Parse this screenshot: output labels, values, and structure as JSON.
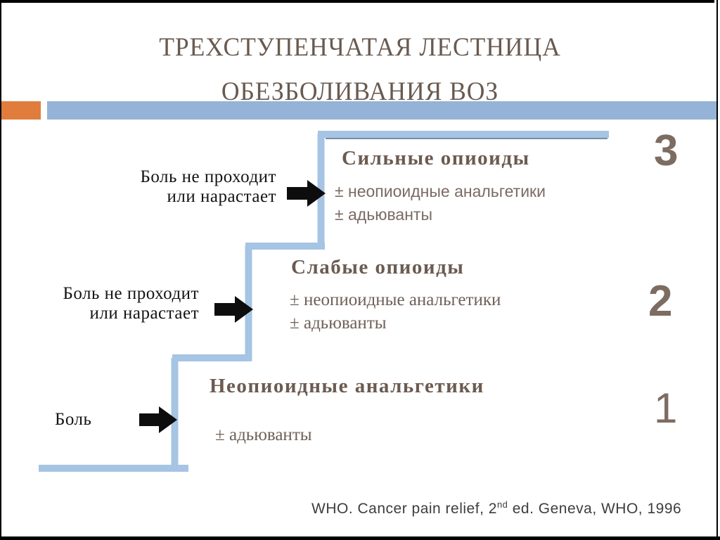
{
  "title": {
    "line1": "ТРЕХСТУПЕНЧАТАЯ ЛЕСТНИЦА",
    "line2": "ОБЕЗБОЛИВАНИЯ ВОЗ"
  },
  "colors": {
    "accent_orange": "#e07d3d",
    "accent_blue": "#95b3d6",
    "stair_fill": "#a6c4e3",
    "stair_edge": "#47698f",
    "arrow_black": "#0d0d0d",
    "heading_brown": "#6b5b51",
    "subtext_brown": "#7a6a63",
    "number_brown": "#7d6c61",
    "label_black": "#141414",
    "footer_gray": "#3d3d3d"
  },
  "steps": [
    {
      "number": "3",
      "title": "Сильные опиоиды",
      "lines": [
        "± неопиоидные анальгетики",
        "± адьюванты"
      ]
    },
    {
      "number": "2",
      "title": "Слабые опиоиды",
      "lines": [
        "± неопиоидные анальгетики",
        "± адьюванты"
      ]
    },
    {
      "number": "1",
      "title": "Неопиоидные анальгетики",
      "lines": [
        "± адьюванты"
      ]
    }
  ],
  "arrow_labels": [
    {
      "line1": "Боль не проходит",
      "line2": "или нарастает"
    },
    {
      "line1": "Боль не проходит",
      "line2": "или нарастает"
    },
    {
      "line1": "Боль"
    }
  ],
  "footer": {
    "text_before_sup": "WHO. Cancer pain relief, 2",
    "sup": "nd",
    "text_after_sup": " ed. Geneva, WHO, 1996"
  }
}
